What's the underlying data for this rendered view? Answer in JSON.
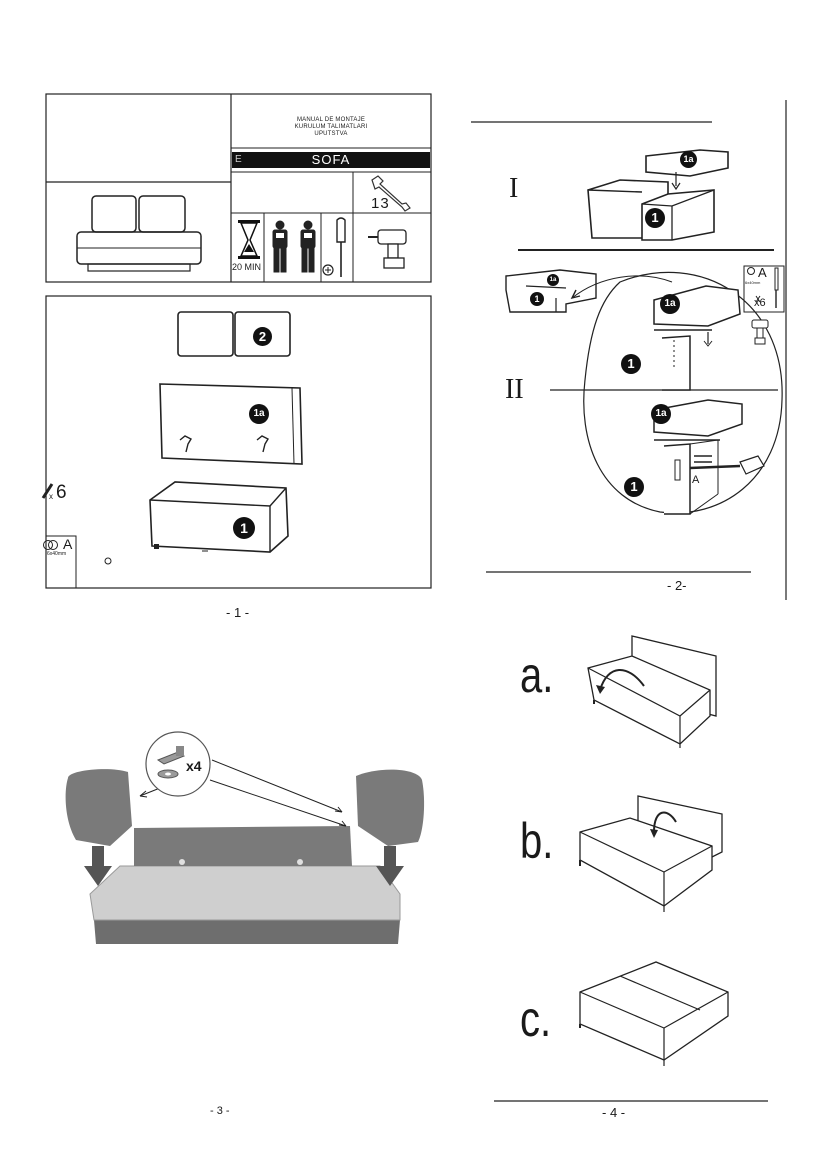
{
  "header": {
    "lines": [
      "MANUAL DE MONTAJE",
      "KURULUM TALIMATLARI",
      "UPUTSTVA"
    ],
    "code": "E",
    "product": "SOFA",
    "wrench_size": "13",
    "time": "20 MIN"
  },
  "page1": {
    "part_2": "2",
    "part_1a": "1a",
    "part_1": "1",
    "screw_qty": "x",
    "screw_count": "6",
    "fitting_letter": "A",
    "fitting_spec": "6x40mm",
    "page_number": "- 1 -"
  },
  "page2": {
    "step_1": "I",
    "step_2": "II",
    "part_1a": "1a",
    "part_1": "1",
    "fitting_letter": "A",
    "fitting_spec": "6x40mm",
    "qty": "x6",
    "page_number": "- 2-"
  },
  "page3": {
    "qty": "x4",
    "page_number": "- 3 -"
  },
  "page4": {
    "steps": [
      "a.",
      "b.",
      "c."
    ],
    "page_number": "- 4 -"
  }
}
